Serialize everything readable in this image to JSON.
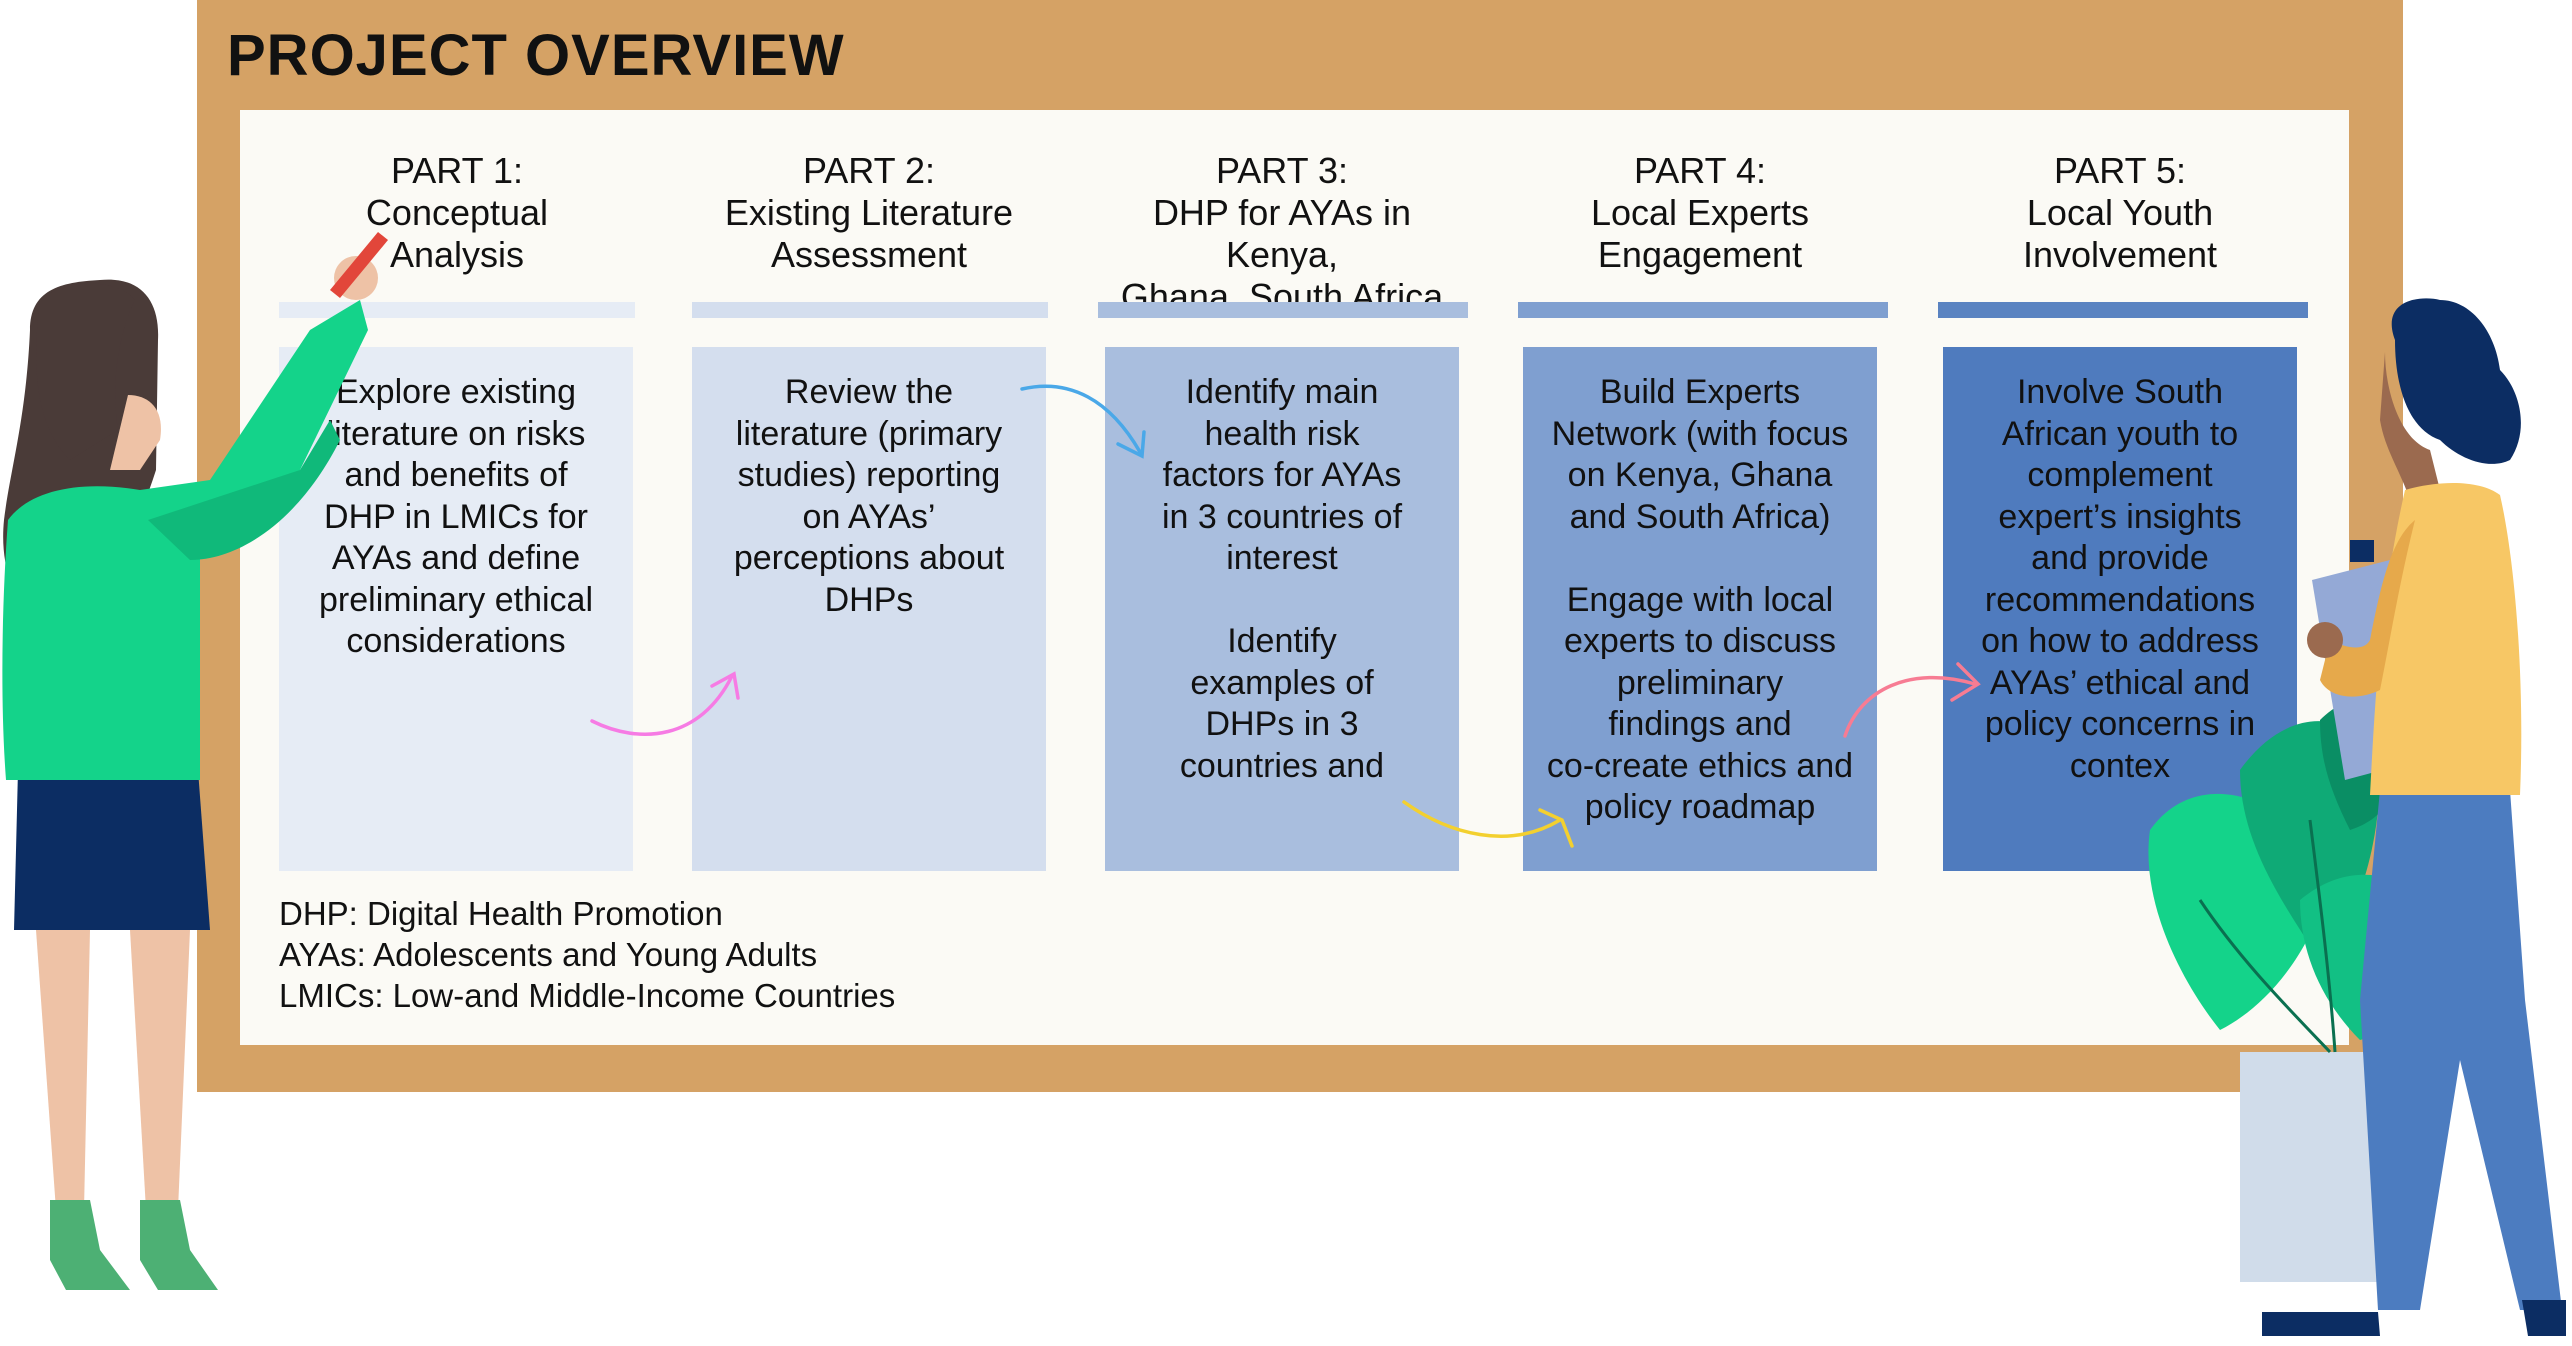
{
  "title": "PROJECT OVERVIEW",
  "parts": [
    {
      "label": "PART 1:",
      "name_lines": [
        "Conceptual",
        "Analysis"
      ],
      "text_lines": [
        "Explore existing",
        "literature on risks",
        "and benefits of",
        "DHP in LMICs for",
        "AYAs and define",
        "preliminary ethical",
        "considerations"
      ]
    },
    {
      "label": "PART 2:",
      "name_lines": [
        "Existing Literature",
        "Assessment"
      ],
      "text_lines": [
        "Review the",
        "literature (primary",
        "studies) reporting",
        "on AYAs’",
        "perceptions about",
        "DHPs"
      ]
    },
    {
      "label": "PART 3:",
      "name_lines": [
        "DHP for AYAs in Kenya,",
        "Ghana, South Africa"
      ],
      "text_lines": [
        "Identify main",
        "health risk",
        "factors for AYAs",
        "in 3 countries of",
        "interest",
        "",
        "Identify",
        "examples of",
        "DHPs in 3",
        "countries and"
      ]
    },
    {
      "label": "PART 4:",
      "name_lines": [
        "Local Experts",
        "Engagement"
      ],
      "text_lines": [
        "Build Experts",
        "Network (with focus",
        "on Kenya, Ghana",
        "and South Africa)",
        "",
        "Engage with local",
        "experts to discuss",
        "preliminary",
        "findings and",
        "co-create ethics and",
        "policy roadmap"
      ]
    },
    {
      "label": "PART 5:",
      "name_lines": [
        "Local Youth",
        "Involvement"
      ],
      "text_lines": [
        "Involve South",
        "African youth to",
        "complement",
        "expert’s insights",
        "and provide",
        "recommendations",
        "on how to address",
        "AYAs’ ethical and",
        "policy concerns in",
        "contex"
      ]
    }
  ],
  "legend": [
    "DHP: Digital Health Promotion",
    "AYAs: Adolescents and Young Adults",
    "LMICs: Low-and Middle-Income Countries"
  ],
  "colors": {
    "board": "#D5A265",
    "panel": "#FBFAF5",
    "part_bars": [
      "#E6ECF5",
      "#D4DEEE",
      "#A9BEDE",
      "#7F9FD0",
      "#5A83C1"
    ],
    "part_boxes": [
      "#E6ECF5",
      "#D4DEEE",
      "#A9BEDE",
      "#7F9FD0",
      "#4F7BBE"
    ],
    "arrows": [
      "#F67BE4",
      "#4AA8E8",
      "#F3D02F",
      "#F77C93"
    ]
  },
  "icons": [
    "woman-with-marker-illustration",
    "woman-with-clipboard-illustration",
    "potted-plant-illustration",
    "curved-arrow-icon"
  ]
}
